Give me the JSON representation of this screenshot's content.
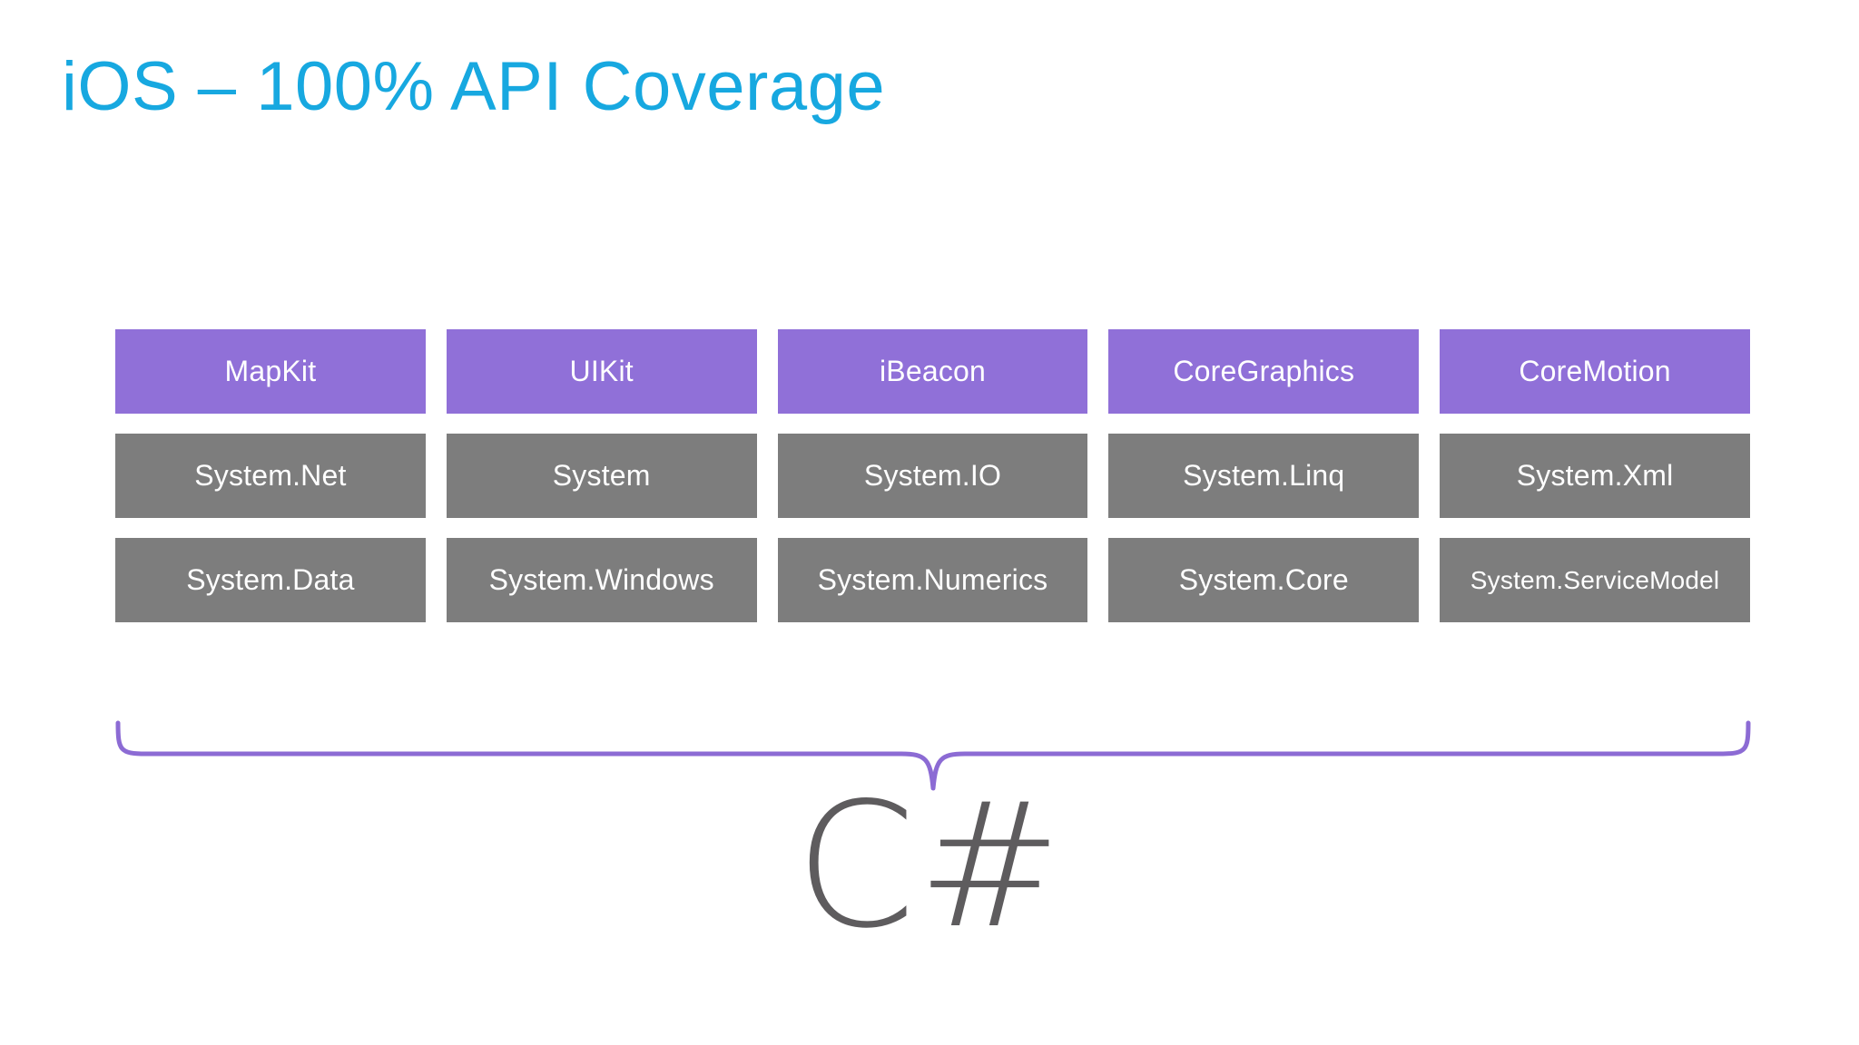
{
  "slide": {
    "title": "iOS – 100% API Coverage",
    "background_color": "#FFFFFF",
    "title_color": "#17A8E0",
    "purple_color": "#9070D8",
    "gray_color": "#7D7D7D",
    "brace_color": "#8C6BD4",
    "wordmark": "C#",
    "wordmark_color": "#5E5C5E"
  },
  "grid": {
    "rows": [
      {
        "style": "purple",
        "cells": [
          {
            "label": "MapKit"
          },
          {
            "label": "UIKit"
          },
          {
            "label": "iBeacon"
          },
          {
            "label": "CoreGraphics"
          },
          {
            "label": "CoreMotion"
          }
        ]
      },
      {
        "style": "gray",
        "cells": [
          {
            "label": "System.Net"
          },
          {
            "label": "System"
          },
          {
            "label": "System.IO"
          },
          {
            "label": "System.Linq"
          },
          {
            "label": "System.Xml"
          }
        ]
      },
      {
        "style": "gray",
        "cells": [
          {
            "label": "System.Data"
          },
          {
            "label": "System.Windows"
          },
          {
            "label": "System.Numerics"
          },
          {
            "label": "System.Core"
          },
          {
            "label": "System.ServiceModel"
          }
        ]
      }
    ]
  }
}
